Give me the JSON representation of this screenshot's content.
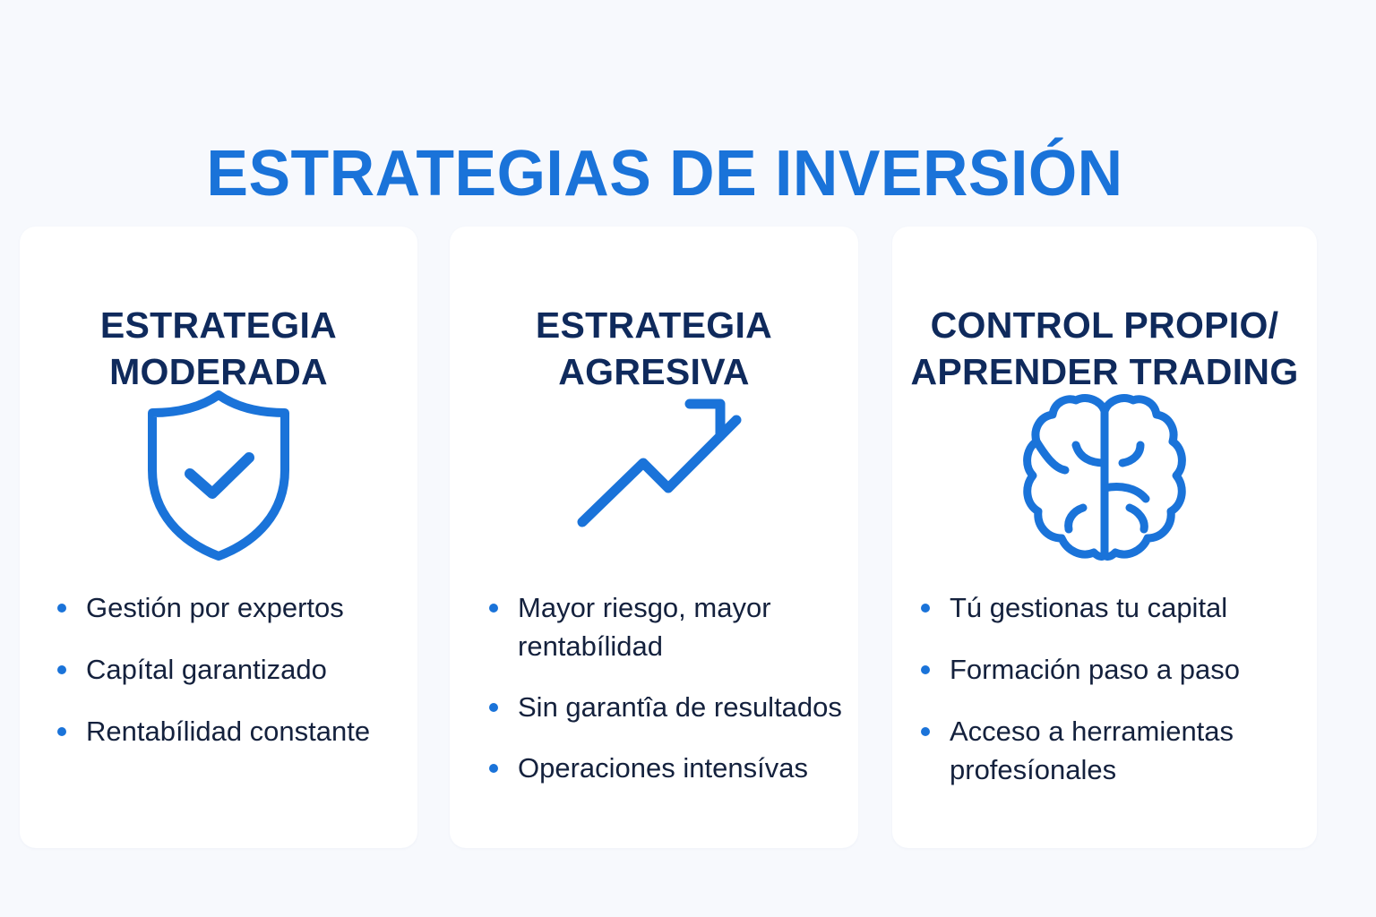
{
  "header": {
    "title": "ESTRATEGIAS DE INVERSIÓN"
  },
  "colors": {
    "accent": "#1a73d9",
    "heading": "#0f2a5c",
    "body_text": "#14213d",
    "background": "#f7f9fd",
    "card": "#ffffff"
  },
  "cards": [
    {
      "title_line1": "ESTRATEGIA",
      "title_line2": "MODERADA",
      "icon": "shield-check-icon",
      "bullets": [
        "Gestión por expertos",
        "Capítal garantizado",
        "Rentabílidad constante"
      ]
    },
    {
      "title_line1": "ESTRATEGIA",
      "title_line2": "AGRESIVA",
      "icon": "trending-up-arrow-icon",
      "bullets": [
        "Mayor riesgo, mayor rentabílidad",
        "Sin garantîa de resultados",
        "Operaciones intensívas"
      ]
    },
    {
      "title_line1": "CONTROL PROPIO/",
      "title_line2": "APRENDER TRADING",
      "icon": "brain-icon",
      "bullets": [
        "Tú gestionas tu capital",
        "Formación paso a paso",
        "Acceso a herramientas profesíonales"
      ]
    }
  ]
}
